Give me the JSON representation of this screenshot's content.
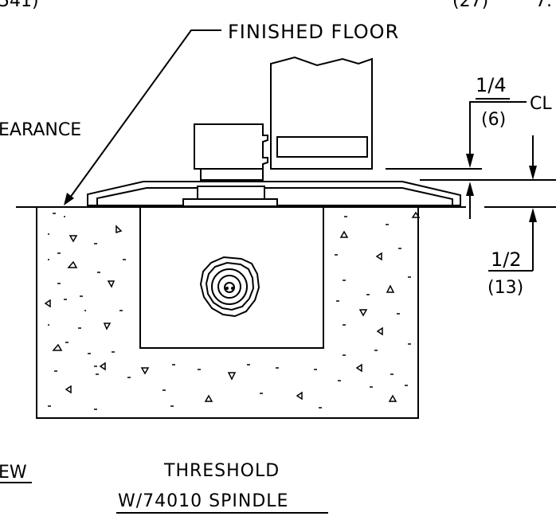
{
  "labels": {
    "top_left_partial": "541)",
    "top_right_partial": "(27)",
    "top_right_partial2": "7.",
    "finished_floor": "FINISHED FLOOR",
    "clearance_partial": "EARANCE",
    "dim_top_fraction": "1/4",
    "dim_top_mm": "(6)",
    "dim_top_suffix": "CL",
    "dim_bottom_fraction": "1/2",
    "dim_bottom_mm": "(13)",
    "view_partial": "EW",
    "title_line1": "THRESHOLD",
    "title_line2": "W/74010 SPINDLE"
  }
}
